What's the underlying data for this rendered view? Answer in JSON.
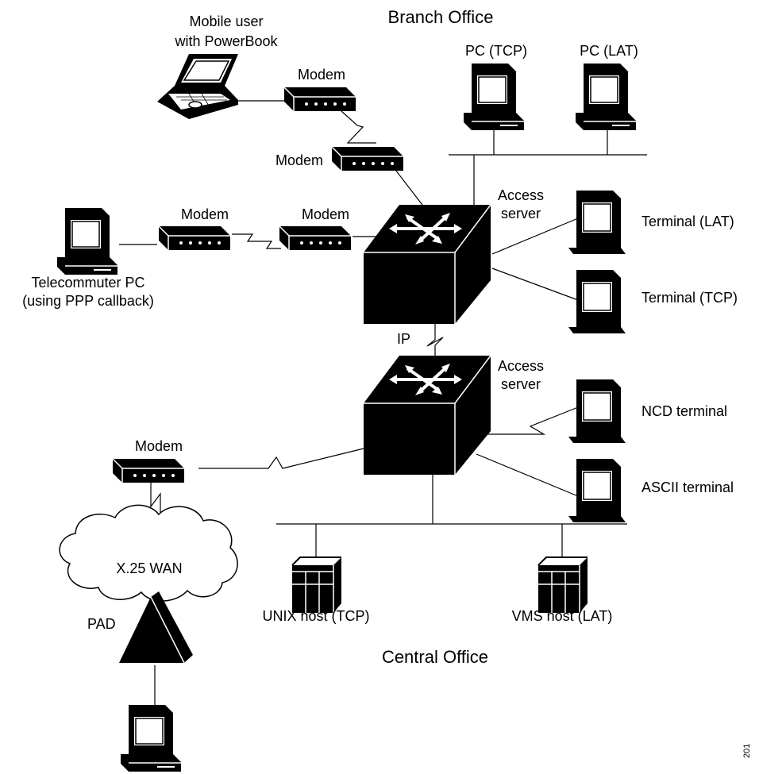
{
  "titles": {
    "branch_office": "Branch Office",
    "central_office": "Central Office"
  },
  "labels": {
    "mobile_user_line1": "Mobile user",
    "mobile_user_line2": "with PowerBook",
    "modem": "Modem",
    "pc_tcp": "PC (TCP)",
    "pc_lat": "PC (LAT)",
    "access_server_line1": "Access",
    "access_server_line2": "server",
    "terminal_lat": "Terminal (LAT)",
    "terminal_tcp": "Terminal (TCP)",
    "telecommuter_line1": "Telecommuter PC",
    "telecommuter_line2": "(using PPP callback)",
    "ip": "IP",
    "ncd_terminal": "NCD terminal",
    "ascii_terminal": "ASCII terminal",
    "x25_wan": "X.25 WAN",
    "unix_host": "UNIX host (TCP)",
    "vms_host": "VMS host (LAT)",
    "pad": "PAD",
    "figure_id": "201"
  },
  "colors": {
    "ink": "#000000",
    "paper": "#ffffff"
  }
}
